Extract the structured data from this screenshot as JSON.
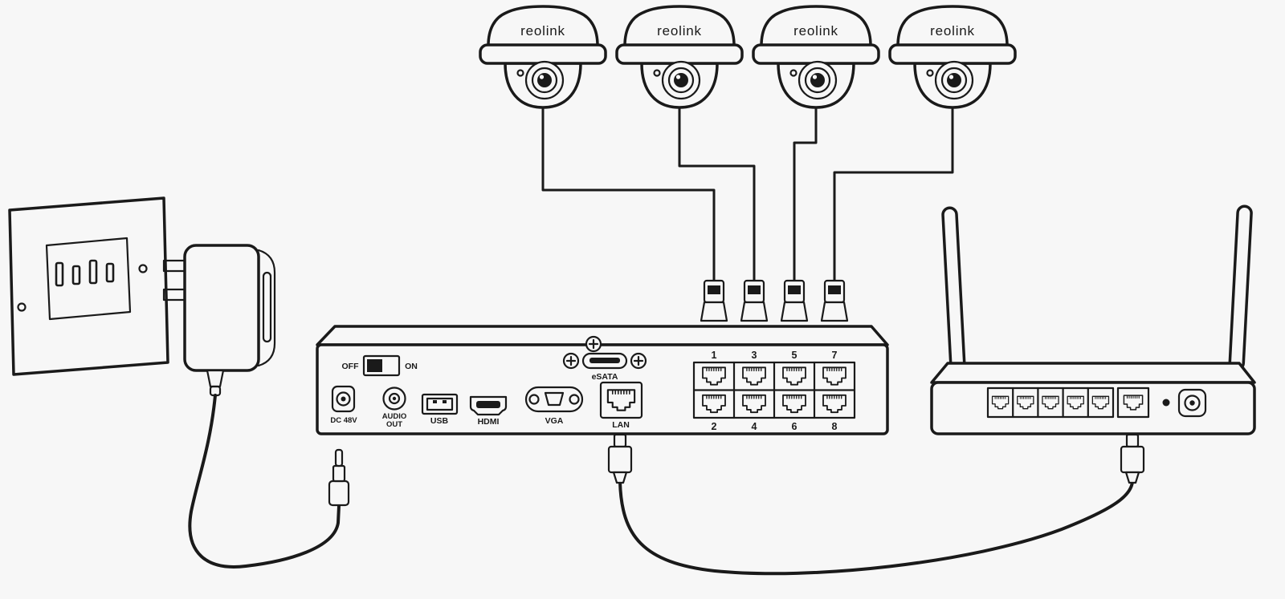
{
  "colors": {
    "background": "#f7f7f7",
    "line": "#1a1a1a"
  },
  "camera": {
    "brand": "reolink"
  },
  "nvr": {
    "switch_off": "OFF",
    "switch_on": "ON",
    "esata_label": "eSATA",
    "dc_label": "DC 48V",
    "audio_label_line1": "AUDIO",
    "audio_label_line2": "OUT",
    "usb_label": "USB",
    "hdmi_label": "HDMI",
    "vga_label": "VGA",
    "lan_label": "LAN",
    "poe_top": [
      "1",
      "3",
      "5",
      "7"
    ],
    "poe_bottom": [
      "2",
      "4",
      "6",
      "8"
    ]
  }
}
